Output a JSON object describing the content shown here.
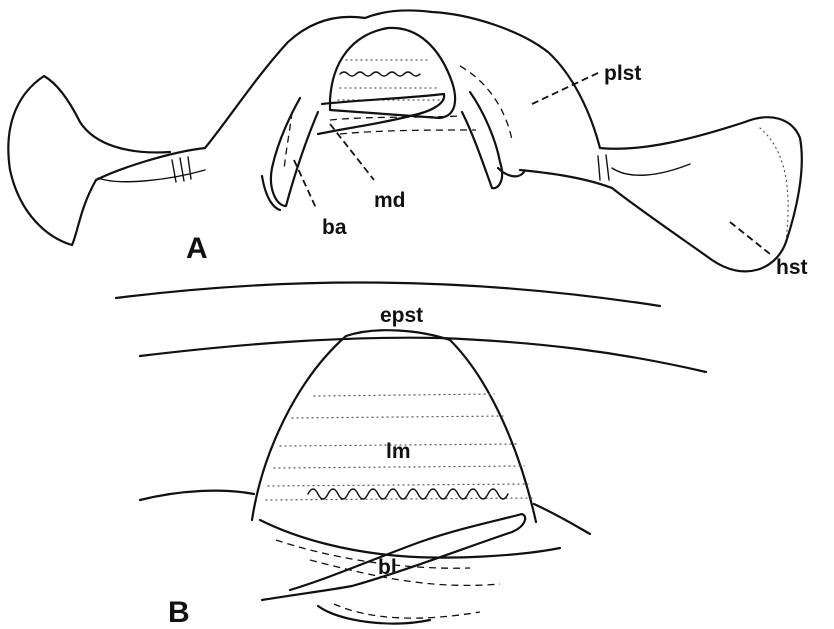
{
  "panels": {
    "a": "A",
    "b": "B"
  },
  "labels": {
    "plst": "plst",
    "md": "md",
    "ba": "ba",
    "hst": "hst",
    "epst": "epst",
    "lm": "lm",
    "bl": "bl"
  },
  "colors": {
    "ink": "#111111",
    "background": "#ffffff"
  }
}
